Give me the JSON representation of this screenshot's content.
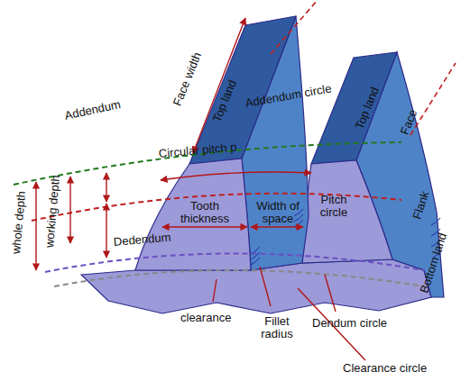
{
  "diagram": {
    "labels": [
      "Face width",
      "Top land",
      "Addendum circle",
      "Top land",
      "Face",
      "Addendum",
      "working depth",
      "whole depth",
      "Circular pitch p",
      "Dedendum",
      "Tooth thickness",
      "Width of space",
      "Pitch circle",
      "Flank",
      "Bottom land",
      "clearance",
      "Fillet radius",
      "Dendum circle",
      "Clearance circle"
    ]
  }
}
